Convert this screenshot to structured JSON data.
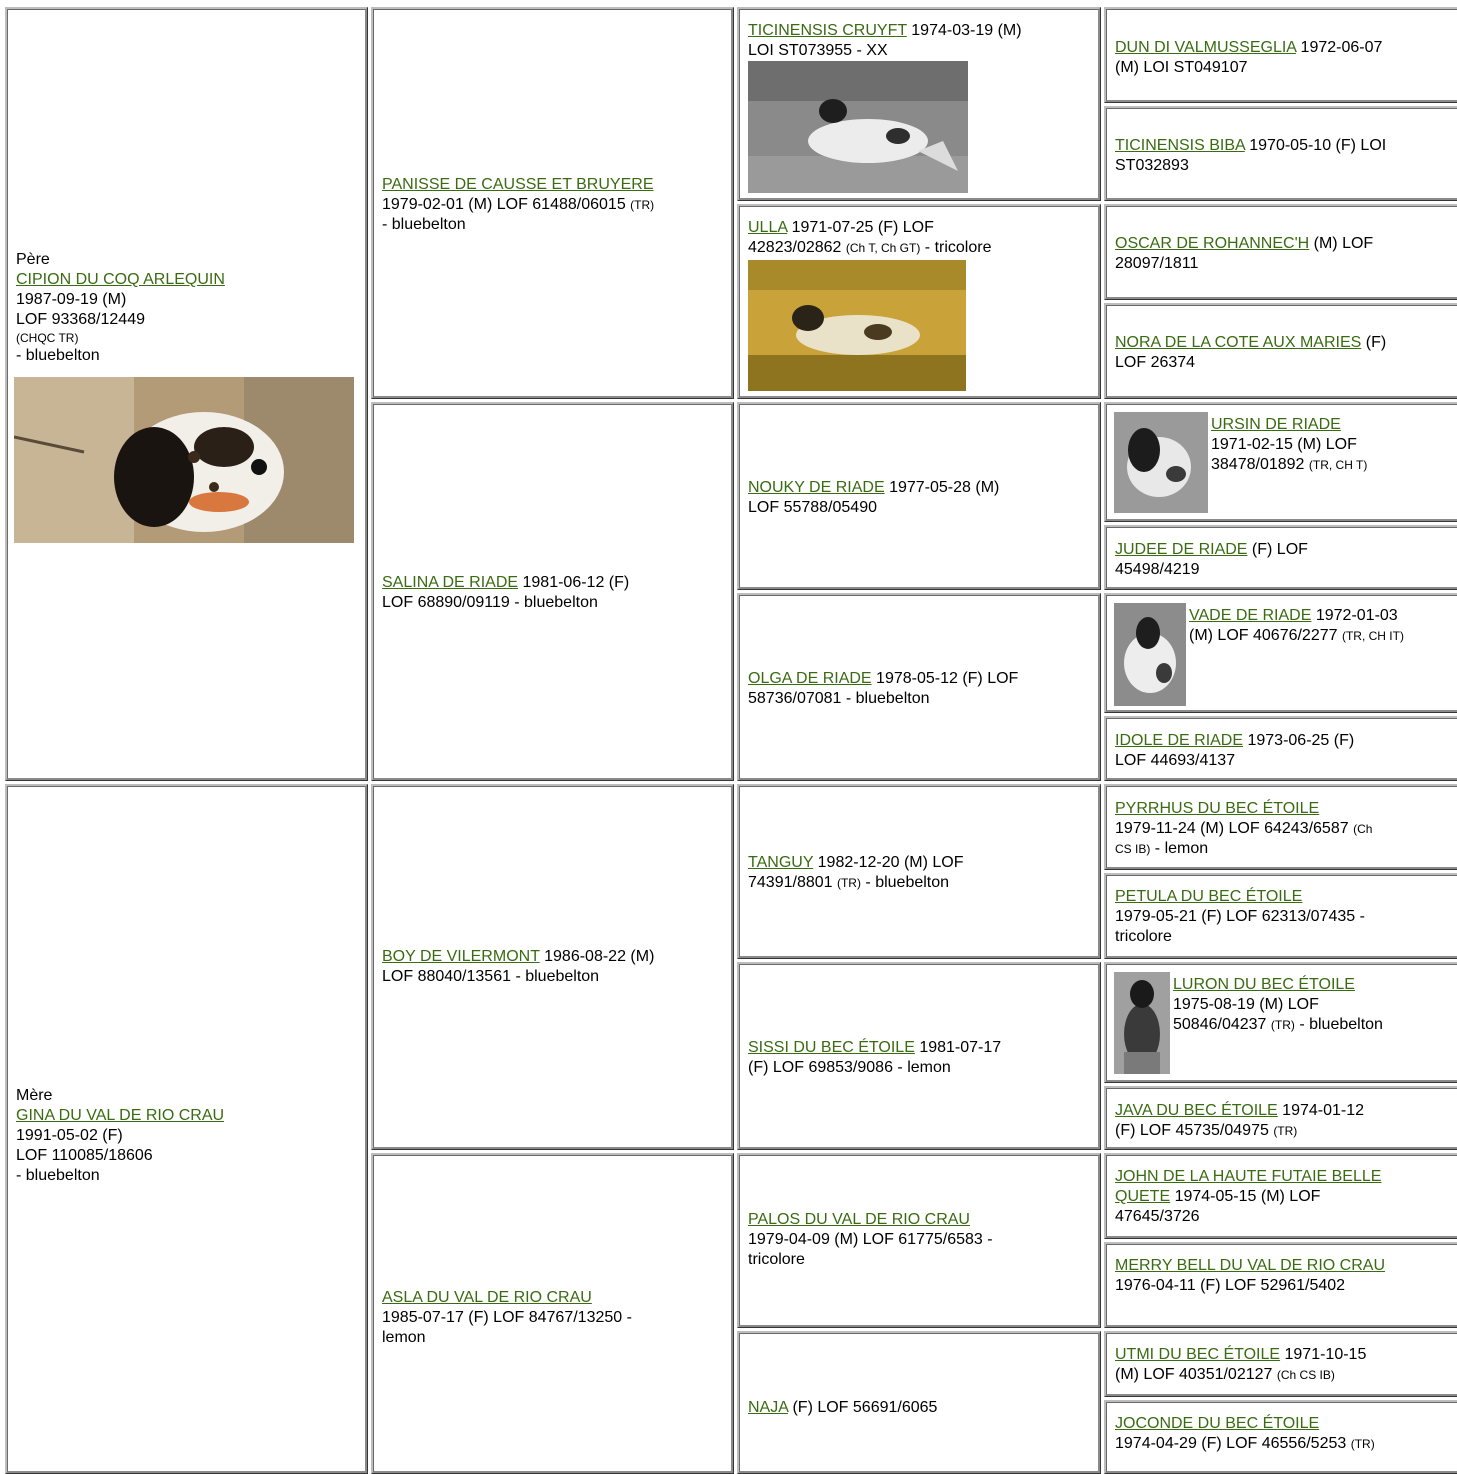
{
  "sire": {
    "role": "Père",
    "name": "CIPION DU COQ ARLEQUIN",
    "birth": "1987-09-19 (M)",
    "reg": "LOF 93368/12449",
    "titles": "(CHQC TR)",
    "color": "- bluebelton"
  },
  "dam": {
    "role": "Mère",
    "name": "GINA DU VAL DE RIO CRAU",
    "birth": "1991-05-02 (F)",
    "reg": "LOF 110085/18606",
    "color": "- bluebelton"
  },
  "gen2": {
    "panisse": {
      "name": "PANISSE DE CAUSSE ET BRUYERE",
      "a": "1979-02-01 (M) LOF 61488/06015 ",
      "t": "(TR)",
      "b": "- bluebelton"
    },
    "salina": {
      "name": "SALINA DE RIADE",
      "a": " 1981-06-12 (F)",
      "b": "LOF 68890/09119 - bluebelton"
    },
    "boy": {
      "name": "BOY DE VILERMONT",
      "a": " 1986-08-22 (M)",
      "b": "LOF 88040/13561 - bluebelton"
    },
    "asla": {
      "name": "ASLA DU VAL DE RIO CRAU",
      "a": "1985-07-17 (F) LOF 84767/13250 -",
      "b": "lemon"
    }
  },
  "gen3": {
    "cruyft": {
      "name": "TICINENSIS CRUYFT",
      "a": " 1974-03-19 (M)",
      "b": "LOI ST073955 - XX"
    },
    "ulla": {
      "name": "ULLA",
      "a": " 1971-07-25 (F) LOF",
      "b1": "42823/02862 ",
      "t": "(Ch T, Ch GT)",
      "b2": " - tricolore"
    },
    "nouky": {
      "name": "NOUKY DE RIADE",
      "a": " 1977-05-28 (M)",
      "b": "LOF 55788/05490"
    },
    "olga": {
      "name": "OLGA DE RIADE",
      "a": " 1978-05-12 (F) LOF",
      "b": "58736/07081 - bluebelton"
    },
    "tanguy": {
      "name": "TANGUY",
      "a": " 1982-12-20 (M) LOF",
      "b1": "74391/8801 ",
      "t": "(TR)",
      "b2": " - bluebelton"
    },
    "sissi": {
      "name": "SISSI DU BEC ÉTOILE",
      "a": " 1981-07-17",
      "b": "(F) LOF 69853/9086 - lemon"
    },
    "palos": {
      "name": "PALOS DU VAL DE RIO CRAU",
      "a": "1979-04-09 (M) LOF 61775/6583 -",
      "b": "tricolore"
    },
    "naja": {
      "name": "NAJA",
      "a": " (F) LOF 56691/6065"
    }
  },
  "gen4": {
    "dun": {
      "name": "DUN DI VALMUSSEGLIA",
      "a": " 1972-06-07",
      "b": "(M) LOI ST049107"
    },
    "biba": {
      "name": "TICINENSIS BIBA",
      "a": " 1970-05-10 (F) LOI",
      "b": "ST032893"
    },
    "oscar": {
      "name": "OSCAR DE ROHANNEC'H",
      "a": " (M) LOF",
      "b": "28097/1811"
    },
    "nora": {
      "name": "NORA DE LA COTE AUX MARIES",
      "a": " (F)",
      "b": "LOF 26374"
    },
    "ursin": {
      "name": "URSIN DE RIADE",
      "a": "1971-02-15 (M) LOF",
      "b": "38478/01892 ",
      "t": "(TR, CH T)"
    },
    "judee": {
      "name": "JUDEE DE RIADE",
      "a": " (F) LOF",
      "b": "45498/4219"
    },
    "vade": {
      "name": "VADE DE RIADE",
      "a": " 1972-01-03",
      "b": "(M) LOF 40676/2277 ",
      "t": "(TR, CH IT)"
    },
    "idole": {
      "name": "IDOLE DE RIADE",
      "a": " 1973-06-25 (F)",
      "b": "LOF 44693/4137"
    },
    "pyrrhus": {
      "name": "PYRRHUS DU BEC ÉTOILE",
      "a": "1979-11-24 (M) LOF 64243/6587 ",
      "t1": "(Ch",
      "t2": "CS IB)",
      "b": " - lemon"
    },
    "petula": {
      "name": "PETULA DU BEC ÉTOILE",
      "a": "1979-05-21 (F) LOF 62313/07435 -",
      "b": "tricolore"
    },
    "luron": {
      "name": "LURON DU BEC ÉTOILE",
      "a": "1975-08-19 (M) LOF",
      "b": "50846/04237 ",
      "t": "(TR)",
      "c": " - bluebelton"
    },
    "java": {
      "name": "JAVA DU BEC ÉTOILE",
      "a": " 1974-01-12",
      "b": "(F) LOF 45735/04975 ",
      "t": "(TR)"
    },
    "john": {
      "name1": "JOHN DE LA HAUTE FUTAIE BELLE",
      "name2": "QUETE",
      "a": " 1974-05-15 (M) LOF",
      "b": "47645/3726"
    },
    "merry": {
      "name": "MERRY BELL DU VAL DE RIO CRAU",
      "a": "1976-04-11 (F) LOF 52961/5402"
    },
    "utmi": {
      "name": "UTMI DU BEC ÉTOILE",
      "a": " 1971-10-15",
      "b": "(M) LOF 40351/02127 ",
      "t": "(Ch CS IB)"
    },
    "joconde": {
      "name": "JOCONDE DU BEC ÉTOILE",
      "a": "1974-04-29 (F) LOF 46556/5253 ",
      "t": "(TR)"
    }
  }
}
